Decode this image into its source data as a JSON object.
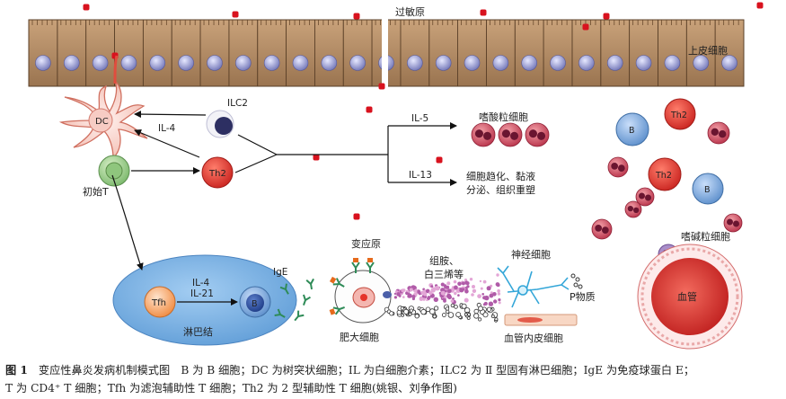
{
  "labels": {
    "allergen_top": "过敏原",
    "epithelial": "上皮细胞",
    "ilc2": "ILC2",
    "dc": "DC",
    "il4_dc": "IL-4",
    "naive_t": "初始T",
    "th2": "Th2",
    "il5": "IL-5",
    "il13": "IL-13",
    "eosinophil": "嗜酸粒细胞",
    "goblet_line1": "细胞趋化、黏液",
    "goblet_line2": "分泌、组织重塑",
    "b_cell": "B",
    "th2_cell": "Th2",
    "basophil": "嗜碱粒细胞",
    "vessel": "血管",
    "allergen_mast": "变应原",
    "histamine_line1": "组胺、",
    "histamine_line2": "白三烯等",
    "nerve": "神经细胞",
    "substance_p": "P物质",
    "endothelial": "血管内皮细胞",
    "mast": "肥大细胞",
    "lymph_node": "淋巴结",
    "tfh": "Tfh",
    "lymph_il4": "IL-4",
    "lymph_il21": "IL-21",
    "ige": "IgE",
    "lymph_b": "B"
  },
  "caption": {
    "fig": "图 1",
    "line1": "变应性鼻炎发病机制模式图　B 为 B 细胞；DC 为树突状细胞；IL 为白细胞介素；ILC2 为 Ⅱ 型固有淋巴细胞；IgE 为免疫球蛋白 E；",
    "line2": "T 为 CD4⁺ T 细胞；Tfh 为滤泡辅助性 T 细胞；Th2 为 2 型辅助性 T 细胞(姚银、刘争作图)"
  },
  "colors": {
    "epithelium": "#b08963",
    "nucleus": "#8d8fc2",
    "th2": "#e2403a",
    "bcell": "#4f87c5",
    "eosinophil": "#c23a50",
    "lymph_node": "#5d9fd9",
    "allergen": "#d8121e",
    "vessel": "#cc2a2a"
  }
}
